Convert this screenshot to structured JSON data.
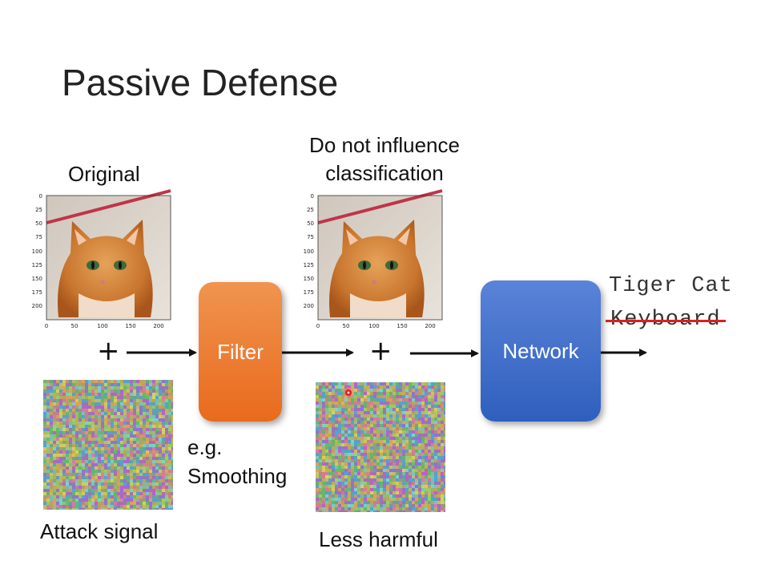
{
  "slide": {
    "title": "Passive Defense"
  },
  "labels": {
    "original": "Original",
    "do_not_influence_line1": "Do not influence",
    "do_not_influence_line2": "classification",
    "attack_signal": "Attack signal",
    "eg_line1": "e.g.",
    "eg_line2": "Smoothing",
    "less_harmful": "Less harmful",
    "plus_symbol": "+"
  },
  "boxes": {
    "filter": "Filter",
    "network": "Network"
  },
  "output": {
    "tiger_cat": "Tiger Cat",
    "keyboard": "Keyboard"
  },
  "plot_ticks": {
    "y": [
      "0",
      "25",
      "50",
      "75",
      "100",
      "125",
      "150",
      "175",
      "200"
    ],
    "x": [
      "0",
      "50",
      "100",
      "150",
      "200"
    ]
  },
  "colors": {
    "filter": "#e96a1d",
    "network": "#2f5fbd",
    "strike": "#e01e1e"
  }
}
